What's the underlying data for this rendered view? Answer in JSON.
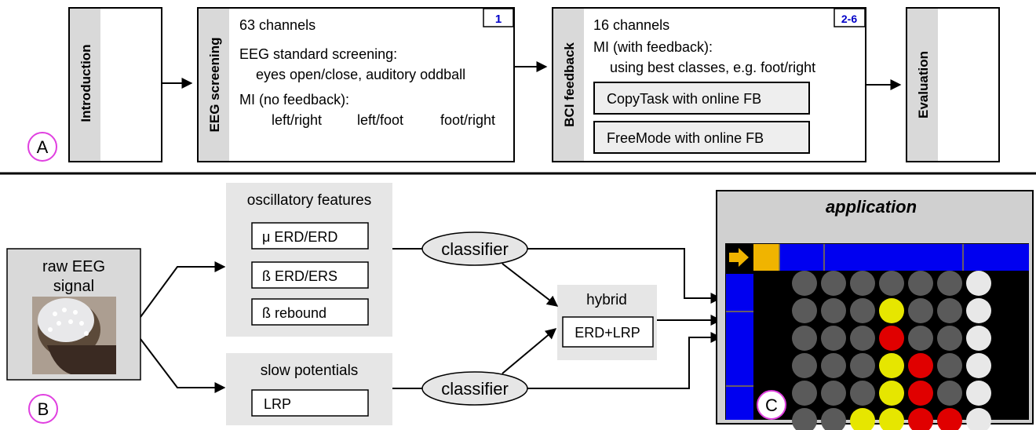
{
  "top_flow": {
    "label_a": "A",
    "stage_intro": {
      "label": "Introduction"
    },
    "stage_screening": {
      "label": "EEG screening",
      "badge": "1",
      "channels": "63 channels",
      "line1": "EEG standard screening:",
      "line2": "eyes open/close, auditory oddball",
      "line3": "MI (no feedback):",
      "conditions": [
        "left/right",
        "left/foot",
        "foot/right"
      ]
    },
    "stage_feedback": {
      "label": "BCI feedback",
      "badge": "2-6",
      "channels": "16 channels",
      "line1": "MI (with feedback):",
      "line2": "using best classes, e.g. foot/right",
      "task1": "CopyTask with online FB",
      "task2": "FreeMode with online FB"
    },
    "stage_eval": {
      "label": "Evaluation"
    }
  },
  "bottom_flow": {
    "label_b": "B",
    "label_c": "C",
    "raw": {
      "line1": "raw EEG",
      "line2": "signal"
    },
    "oscillatory": {
      "title": "oscillatory features",
      "items": [
        "μ ERD/ERD",
        "ß ERD/ERS",
        "ß rebound"
      ]
    },
    "slow": {
      "title": "slow potentials",
      "items": [
        "LRP"
      ]
    },
    "classifier_top": "classifier",
    "classifier_bottom": "classifier",
    "hybrid": {
      "title": "hybrid",
      "item": "ERD+LRP"
    },
    "application": {
      "title": "application",
      "board": [
        [
          "g",
          "g",
          "g",
          "g",
          "g",
          "g",
          "w"
        ],
        [
          "g",
          "g",
          "g",
          "y",
          "g",
          "g",
          "w"
        ],
        [
          "g",
          "g",
          "g",
          "r",
          "g",
          "g",
          "w"
        ],
        [
          "g",
          "g",
          "g",
          "y",
          "r",
          "g",
          "w"
        ],
        [
          "g",
          "g",
          "g",
          "y",
          "r",
          "g",
          "w"
        ],
        [
          "g",
          "g",
          "y",
          "y",
          "r",
          "r",
          "w"
        ]
      ],
      "colors": {
        "g": "#5a5a5a",
        "y": "#e6e600",
        "r": "#e00000",
        "w": "#e8e8e8",
        "blue": "#0000f0",
        "orange": "#f0b400"
      }
    }
  }
}
